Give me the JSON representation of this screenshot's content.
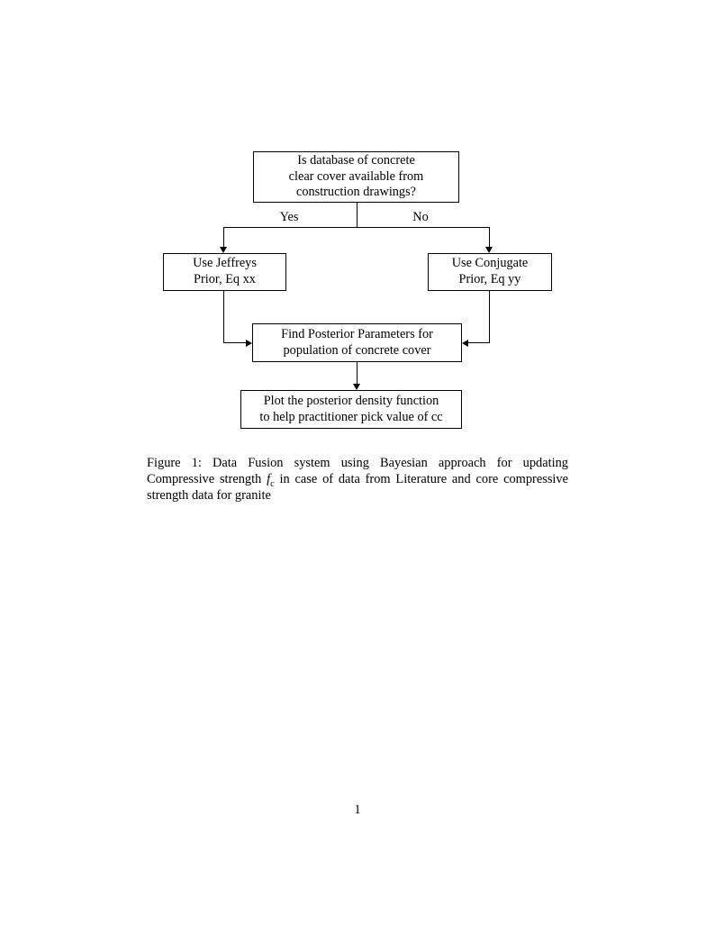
{
  "figure": {
    "nodes": {
      "decision": {
        "line1": "Is database of concrete",
        "line2": "clear cover available from",
        "line3": "construction drawings?"
      },
      "jeffreys": {
        "line1": "Use Jeffreys",
        "line2": "Prior, Eq xx"
      },
      "conjugate": {
        "line1": "Use Conjugate",
        "line2": "Prior, Eq yy"
      },
      "posterior": {
        "line1": "Find Posterior Parameters for",
        "line2": "population of concrete cover"
      },
      "plot": {
        "line1": "Plot the posterior density function",
        "line2": "to help practitioner pick value of cc"
      }
    },
    "edge_labels": {
      "yes": "Yes",
      "no": "No"
    }
  },
  "caption": {
    "text_before_symbol": "Figure 1: Data Fusion system using Bayesian approach for updating Compressive strength ",
    "symbol": "f",
    "symbol_subscript": "c",
    "text_after_symbol": " in case of data from Literature and core compressive strength data for granite"
  },
  "page": {
    "number": "1"
  },
  "colors": {
    "background": "#ffffff",
    "line": "#000000",
    "text": "#000000"
  }
}
